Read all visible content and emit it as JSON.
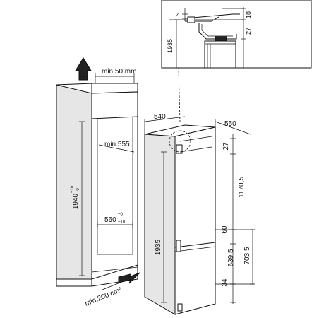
{
  "labels": {
    "min50": "min.50 mm",
    "min555": "min.555",
    "w560": "560",
    "w560_tol_plus": "+0",
    "w560_tol_minus": "+10",
    "h1940": "1940",
    "h1940_tol_plus": "+10",
    "h1940_tol_zero": "0",
    "min200": "min.200 cm²",
    "d540": "540",
    "d550": "550",
    "d27": "27",
    "d1170_5": "1170,5",
    "d60": "60",
    "d639_5": "639,5",
    "d703_5": "703,5",
    "d34": "34",
    "d1935": "1935",
    "inset_4": "4",
    "inset_18": "18",
    "inset_27": "27",
    "inset_1935": "1935"
  },
  "colors": {
    "ink": "#111111",
    "panel": "#e6e6e6",
    "background": "#ffffff"
  }
}
